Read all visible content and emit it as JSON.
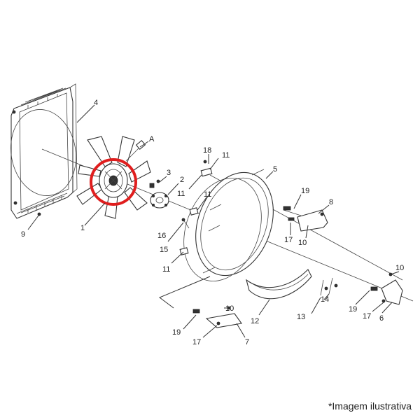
{
  "caption": "*Imagem ilustrativa",
  "highlight_color": "#e01e1e",
  "callouts": {
    "c1": "1",
    "c2": "2",
    "c3": "3",
    "c4": "4",
    "c5": "5",
    "c6": "6",
    "c7": "7",
    "c8": "8",
    "c9": "9",
    "cA": "A",
    "c10a": "10",
    "c10b": "10",
    "c10c": "10",
    "c11a": "11",
    "c11b": "11",
    "c11c": "11",
    "c11d": "11",
    "c12": "12",
    "c13": "13",
    "c14": "14",
    "c15": "15",
    "c16": "16",
    "c17a": "17",
    "c17b": "17",
    "c17c": "17",
    "c18": "18",
    "c19a": "19",
    "c19b": "19",
    "c19c": "19"
  }
}
